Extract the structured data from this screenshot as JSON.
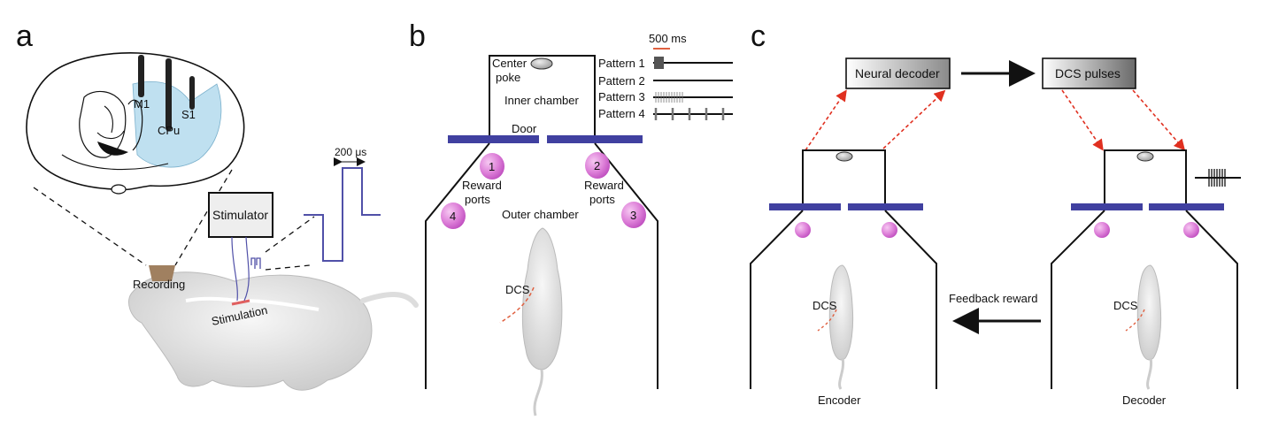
{
  "panel_a": {
    "letter": "a",
    "regions": {
      "m1": "M1",
      "s1": "S1",
      "cpu": "CPu"
    },
    "stimulator": "Stimulator",
    "recording": "Recording",
    "stimulation": "Stimulation",
    "pulse_width": "200 μs"
  },
  "panel_b": {
    "letter": "b",
    "scale": "500 ms",
    "center_poke_1": "Center",
    "center_poke_2": "poke",
    "inner_chamber": "Inner chamber",
    "door": "Door",
    "outer_chamber": "Outer chamber",
    "reward_ports_left_1": "Reward",
    "reward_ports_left_2": "ports",
    "reward_ports_right_1": "Reward",
    "reward_ports_right_2": "ports",
    "ports": [
      "1",
      "2",
      "3",
      "4"
    ],
    "patterns": [
      "Pattern 1",
      "Pattern 2",
      "Pattern 3",
      "Pattern 4"
    ],
    "dcs": "DCS"
  },
  "panel_c": {
    "letter": "c",
    "neural_decoder": "Neural decoder",
    "dcs_pulses": "DCS pulses",
    "feedback_reward": "Feedback reward",
    "dcs_left": "DCS",
    "dcs_right": "DCS",
    "encoder": "Encoder",
    "decoder": "Decoder"
  },
  "colors": {
    "door": "#4040a0",
    "port": "#d070d0",
    "brain_region": "#bfe0f0",
    "arrow_red": "#e03020",
    "trace": "#5050a8"
  }
}
